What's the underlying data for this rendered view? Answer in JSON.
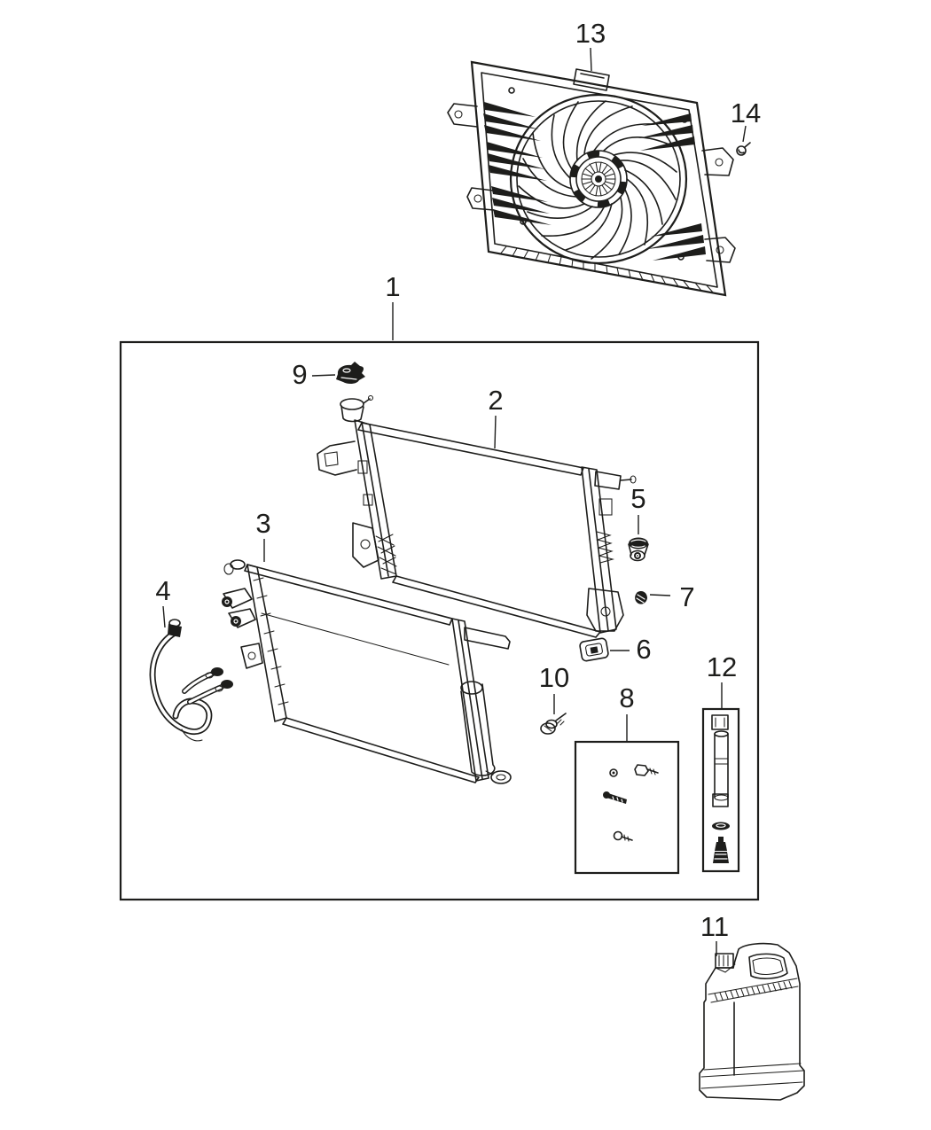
{
  "figure": {
    "background": "#ffffff",
    "line_color": "#1d1d1b",
    "callouts": {
      "c1": "1",
      "c2": "2",
      "c3": "3",
      "c4": "4",
      "c5": "5",
      "c6": "6",
      "c7": "7",
      "c8": "8",
      "c9": "9",
      "c10": "10",
      "c11": "11",
      "c12": "12",
      "c13": "13",
      "c14": "14"
    }
  }
}
